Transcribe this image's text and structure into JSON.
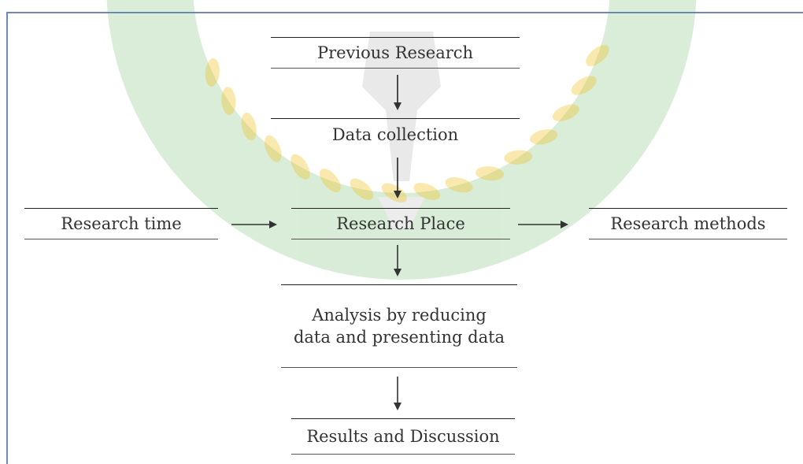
{
  "diagram": {
    "nodes": {
      "previous_research": "Previous Research",
      "data_collection": "Data collection",
      "research_time": "Research time",
      "research_place": "Research Place",
      "research_methods": "Research methods",
      "analysis_line1": "Analysis by reducing",
      "analysis_line2": "data and presenting data",
      "results": "Results and Discussion"
    },
    "edges": [
      {
        "from": "previous_research",
        "to": "data_collection"
      },
      {
        "from": "data_collection",
        "to": "research_place"
      },
      {
        "from": "research_time",
        "to": "research_place"
      },
      {
        "from": "research_place",
        "to": "research_methods"
      },
      {
        "from": "research_place",
        "to": "analysis"
      },
      {
        "from": "analysis",
        "to": "results"
      }
    ],
    "colors": {
      "frame": "#6f88b5",
      "arrow": "#333333",
      "watermark_green": "#2f9a2f",
      "watermark_gold": "#f2c21b"
    }
  }
}
